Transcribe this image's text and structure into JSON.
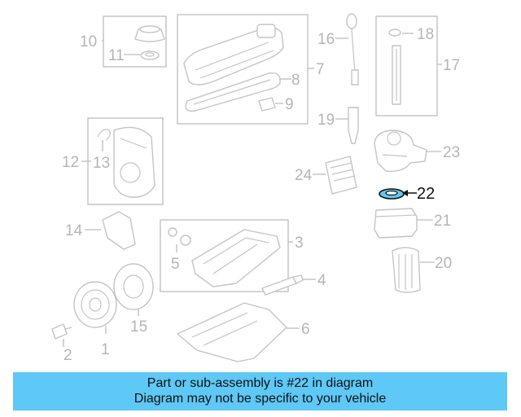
{
  "diagram": {
    "callouts": [
      "1",
      "2",
      "3",
      "4",
      "5",
      "6",
      "7",
      "8",
      "9",
      "10",
      "11",
      "12",
      "13",
      "14",
      "15",
      "16",
      "17",
      "18",
      "19",
      "20",
      "21",
      "22",
      "23",
      "24"
    ],
    "highlighted_callout": "22",
    "colors": {
      "part_outline": "#c4c4c4",
      "label_gray": "#b5b5b5",
      "highlight_fill": "#5ec8f6",
      "highlight_outline": "#111111"
    }
  },
  "banner": {
    "line1": "Part or sub-assembly is #22 in diagram",
    "line2": "Diagram may not be specific to your vehicle",
    "background": "#5ec8f6"
  }
}
